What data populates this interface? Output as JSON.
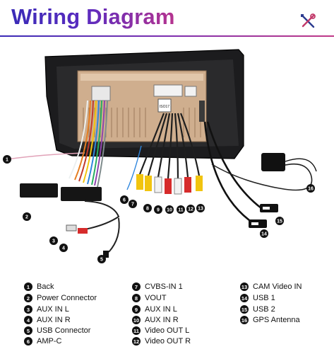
{
  "header": {
    "title": "Wiring Diagram",
    "icon": "tools-icon",
    "title_colors": [
      "#3a2bb7",
      "#b6338f"
    ]
  },
  "diagram": {
    "unit_label": "ISO17",
    "callouts": [
      "1",
      "2",
      "3",
      "4",
      "5",
      "6",
      "7",
      "8",
      "9",
      "10",
      "11",
      "12",
      "13",
      "14",
      "15",
      "16"
    ]
  },
  "legend": [
    {
      "num": "1",
      "label": "Back"
    },
    {
      "num": "2",
      "label": "Power Connector"
    },
    {
      "num": "3",
      "label": "AUX IN L"
    },
    {
      "num": "4",
      "label": "AUX IN R"
    },
    {
      "num": "5",
      "label": "USB Connector"
    },
    {
      "num": "6",
      "label": "AMP-C"
    },
    {
      "num": "7",
      "label": "CVBS-IN 1"
    },
    {
      "num": "8",
      "label": "VOUT"
    },
    {
      "num": "9",
      "label": "AUX IN L"
    },
    {
      "num": "10",
      "label": "AUX IN R"
    },
    {
      "num": "11",
      "label": "Video OUT L"
    },
    {
      "num": "12",
      "label": "Video OUT R"
    },
    {
      "num": "13",
      "label": "CAM Video IN"
    },
    {
      "num": "14",
      "label": "USB 1"
    },
    {
      "num": "15",
      "label": "USB 2"
    },
    {
      "num": "16",
      "label": "GPS Antenna"
    }
  ]
}
